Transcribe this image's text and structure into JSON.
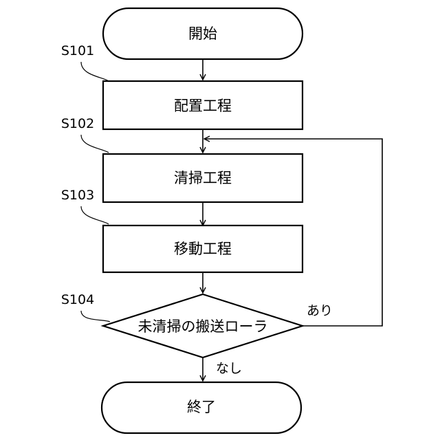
{
  "nodes": {
    "start": {
      "text": "開始"
    },
    "s101": {
      "id": "S101",
      "text": "配置工程"
    },
    "s102": {
      "id": "S102",
      "text": "清掃工程"
    },
    "s103": {
      "id": "S103",
      "text": "移動工程"
    },
    "s104": {
      "id": "S104",
      "text": "未清掃の搬送ローラ"
    },
    "end": {
      "text": "終了"
    }
  },
  "branches": {
    "yes": "あり",
    "no": "なし"
  }
}
